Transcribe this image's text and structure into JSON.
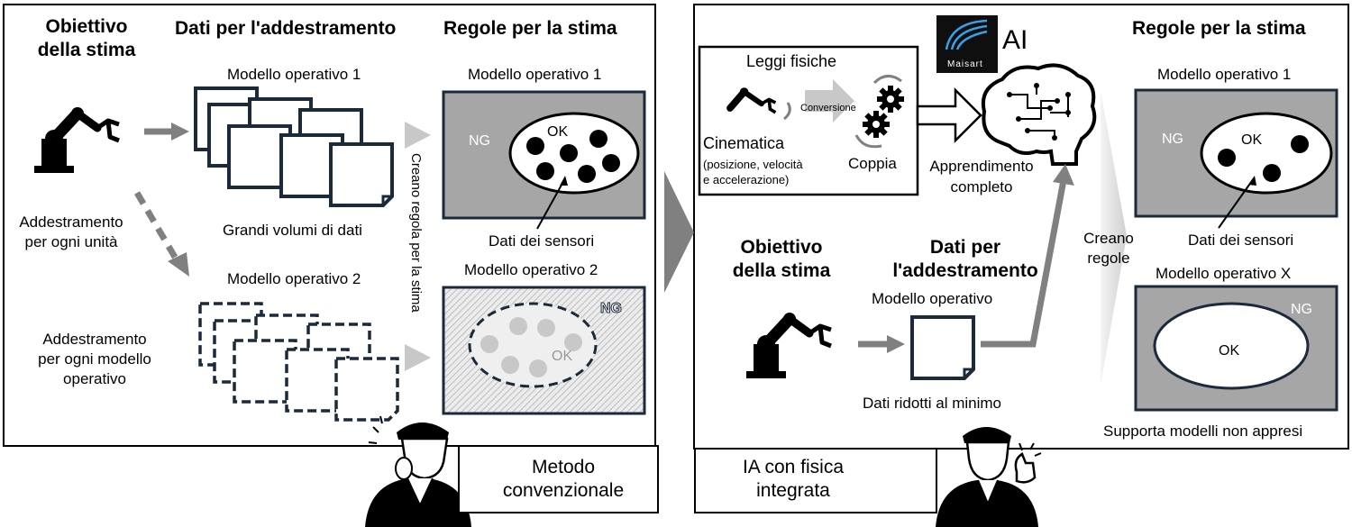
{
  "left_panel": {
    "col1_title": "Obiettivo\ndella stima",
    "col2_title": "Dati per l'addestramento",
    "col3_title": "Regole per la stima",
    "model1_data_label": "Modello operativo 1",
    "large_volume_label": "Grandi volumi di dati",
    "train_per_unit": "Addestramento\nper ogni unità",
    "model2_data_label": "Modello operativo 2",
    "train_per_model": "Addestramento\nper ogni modello\noperativo",
    "vertical_text": "Creano regola per la stima",
    "rule1_title": "Modello operativo 1",
    "ng_label_1": "NG",
    "ok_label_1": "OK",
    "sensor_data_1": "Dati dei sensori",
    "rule2_title": "Modello operativo 2",
    "ng_label_2": "NG",
    "ok_label_2": "OK",
    "caption": "Metodo\nconvenzionale"
  },
  "right_panel": {
    "physics_title": "Leggi fisiche",
    "conversion": "Conversione",
    "kinematics": "Cinematica",
    "kinematics_detail": "(posizione, velocità\ne accelerazione)",
    "torque": "Coppia",
    "ai_label": "AI",
    "logo_text": "Maisart",
    "full_learning": "Apprendimento\ncompleto",
    "target_title": "Obiettivo\ndella stima",
    "data_title": "Dati per\nl'addestramento",
    "op_model": "Modello operativo",
    "min_data": "Dati ridotti al minimo",
    "create_rules": "Creano\nregole",
    "rules_title": "Regole per la stima",
    "rule1_title": "Modello operativo 1",
    "ng_label_1": "NG",
    "ok_label_1": "OK",
    "sensor_data": "Dati dei sensori",
    "ruleX_title": "Modello operativo X",
    "ng_label_x": "NG",
    "ok_label_x": "OK",
    "unlearned": "Supporta modelli non appresi",
    "caption": "IA con fisica\nintegrata"
  },
  "colors": {
    "gray_box": "#a6a6a6",
    "navy": "#1b2a3a",
    "arrow_gray": "#808080",
    "light_arrow": "#c8c8c8"
  }
}
